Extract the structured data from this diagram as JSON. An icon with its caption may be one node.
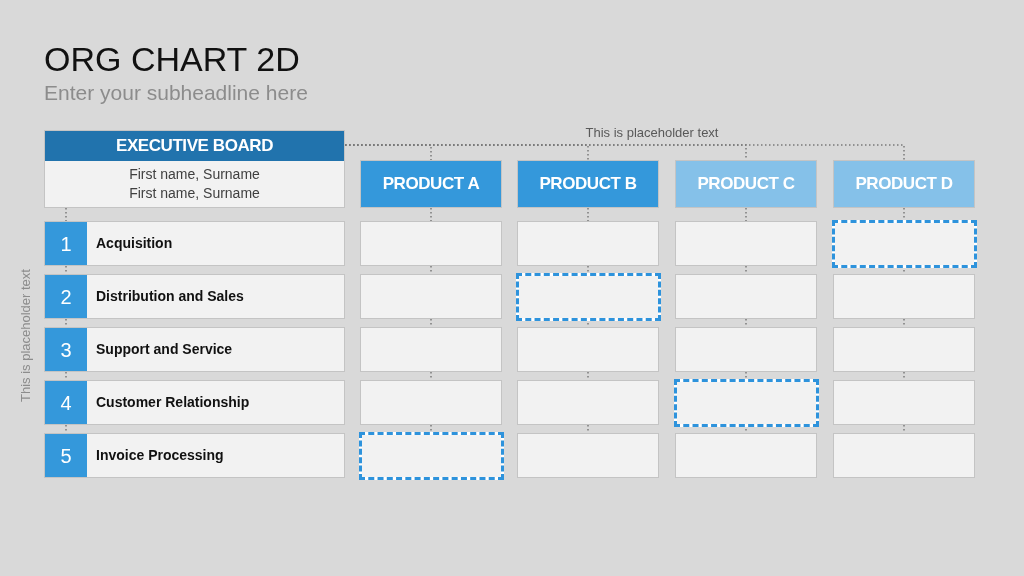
{
  "diagram": {
    "title": "ORG CHART 2D",
    "nodes": [
      {
        "text": [
          "EXECUTIVE BOARD",
          "First name, Surname",
          "First name, Surname"
        ]
      },
      {
        "text": [
          "PRODUCT A"
        ]
      },
      {
        "text": [
          "PRODUCT B"
        ]
      },
      {
        "text": [
          "PRODUCT C"
        ]
      },
      {
        "text": [
          "PRODUCT D"
        ]
      },
      {
        "text": [
          "1",
          "Acquisition"
        ]
      },
      {
        "text": [],
        "shape": "box"
      },
      {
        "text": [],
        "shape": "box"
      },
      {
        "text": [],
        "shape": "box"
      },
      {
        "text": [],
        "shape": "box"
      },
      {
        "text": [
          "2",
          "Distribution and Sales"
        ]
      },
      {
        "text": [],
        "shape": "box"
      },
      {
        "text": [],
        "shape": "box"
      },
      {
        "text": [],
        "shape": "box"
      },
      {
        "text": [],
        "shape": "box"
      },
      {
        "text": [
          "3",
          "Support and Service"
        ]
      },
      {
        "text": [],
        "shape": "box"
      },
      {
        "text": [],
        "shape": "box"
      },
      {
        "text": [],
        "shape": "box"
      },
      {
        "text": [],
        "shape": "box"
      },
      {
        "text": [
          "4",
          "Customer Relationship"
        ]
      },
      {
        "text": [],
        "shape": "box"
      },
      {
        "text": [],
        "shape": "box"
      },
      {
        "text": [],
        "shape": "box"
      },
      {
        "text": [],
        "shape": "box"
      },
      {
        "text": [
          "5",
          "Invoice Processing"
        ]
      },
      {
        "text": [],
        "shape": "box"
      },
      {
        "text": [],
        "shape": "box"
      },
      {
        "text": [],
        "shape": "box"
      },
      {
        "text": [],
        "shape": "box"
      }
    ],
    "edges": [
      {
        "from": 0,
        "to": 1,
        "arrow": "none",
        "style": "dashed"
      },
      {
        "from": 0,
        "to": 2,
        "arrow": "none",
        "style": "dashed"
      },
      {
        "from": 0,
        "to": 3,
        "arrow": "none",
        "style": "dashed"
      },
      {
        "from": 0,
        "to": 4,
        "arrow": "none",
        "style": "dashed"
      },
      {
        "from": 0,
        "to": 5,
        "arrow": "none",
        "style": "dashed"
      },
      {
        "from": 5,
        "to": 10,
        "arrow": "none",
        "style": "dashed"
      },
      {
        "from": 10,
        "to": 15,
        "arrow": "none",
        "style": "dashed"
      },
      {
        "from": 15,
        "to": 20,
        "arrow": "none",
        "style": "dashed"
      },
      {
        "from": 20,
        "to": 25,
        "arrow": "none",
        "style": "dashed"
      },
      {
        "from": 1,
        "to": 6,
        "arrow": "none",
        "style": "dashed"
      },
      {
        "from": 6,
        "to": 11,
        "arrow": "none",
        "style": "dashed"
      },
      {
        "from": 11,
        "to": 16,
        "arrow": "none",
        "style": "dashed"
      },
      {
        "from": 16,
        "to": 21,
        "arrow": "none",
        "style": "dashed"
      },
      {
        "from": 21,
        "to": 26,
        "arrow": "none",
        "style": "dashed"
      },
      {
        "from": 2,
        "to": 7,
        "arrow": "none",
        "style": "dashed"
      },
      {
        "from": 7,
        "to": 12,
        "arrow": "none",
        "style": "dashed"
      },
      {
        "from": 12,
        "to": 17,
        "arrow": "none",
        "style": "dashed"
      },
      {
        "from": 17,
        "to": 22,
        "arrow": "none",
        "style": "dashed"
      },
      {
        "from": 22,
        "to": 27,
        "arrow": "none",
        "style": "dashed"
      },
      {
        "from": 3,
        "to": 8,
        "arrow": "none",
        "style": "dashed"
      },
      {
        "from": 8,
        "to": 13,
        "arrow": "none",
        "style": "dashed"
      },
      {
        "from": 13,
        "to": 18,
        "arrow": "none",
        "style": "dashed"
      },
      {
        "from": 18,
        "to": 23,
        "arrow": "none",
        "style": "dashed"
      },
      {
        "from": 23,
        "to": 28,
        "arrow": "none",
        "style": "dashed"
      },
      {
        "from": 4,
        "to": 9,
        "arrow": "none",
        "style": "dashed"
      },
      {
        "from": 9,
        "to": 14,
        "arrow": "none",
        "style": "dashed"
      },
      {
        "from": 14,
        "to": 19,
        "arrow": "none",
        "style": "dashed"
      },
      {
        "from": 19,
        "to": 24,
        "arrow": "none",
        "style": "dashed"
      },
      {
        "from": 24,
        "to": 29,
        "arrow": "none",
        "style": "dashed"
      }
    ],
    "labels": [
      "Enter your subheadline here",
      "This is placeholder text",
      "This is placeholder text"
    ]
  }
}
